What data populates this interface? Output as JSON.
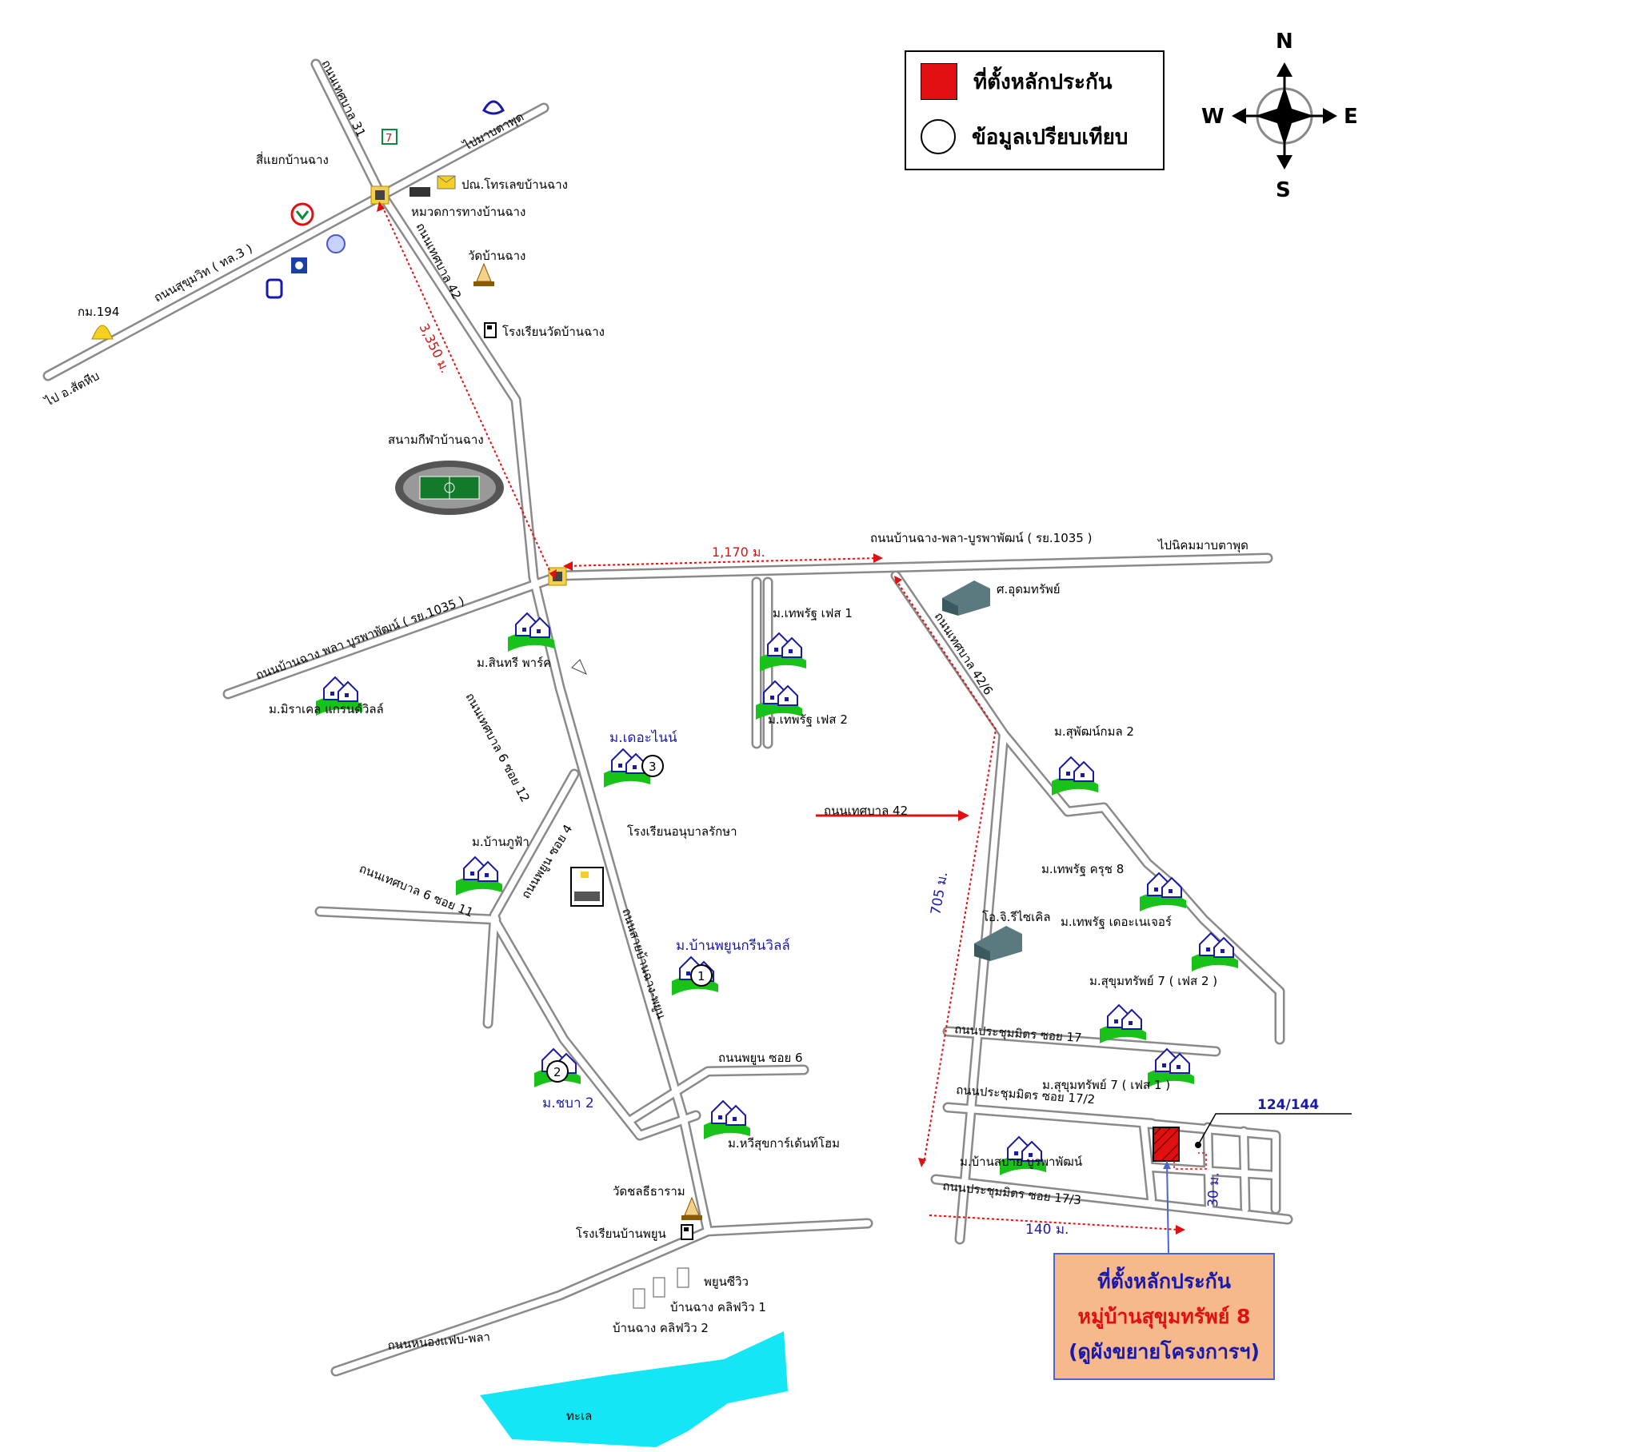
{
  "legend": {
    "collateral_label": "ที่ตั้งหลักประกัน",
    "compare_label": "ข้อมูลเปรียบเทียบ",
    "collateral_color": "#e01010"
  },
  "compass": {
    "n": "N",
    "s": "S",
    "e": "E",
    "w": "W"
  },
  "callout": {
    "line1": "ที่ตั้งหลักประกัน",
    "line2": "หมู่บ้านสุขุมทรัพย์ 8",
    "line3": "(ดูผังขยายโครงการฯ)",
    "line1_color": "#1a1aa8",
    "line2_color": "#e01010",
    "line3_color": "#1a1aa8"
  },
  "roads": {
    "tessaban31": "ถนนเทศบาล 31",
    "to_map_ta_phut": "ไปมาบตาพุด",
    "sukhumvit": "ถนนสุขุมวิท ( ทล.3 )",
    "to_sattahip": "ไป อ.สัตหีบ",
    "tessaban42_top": "ถนนเทศบาล 42",
    "ban_chang_pla_east": "ถนนบ้านฉาง-พลา-บูรพาพัฒน์ ( รย.1035 )",
    "ban_chang_pla_west": "ถนนบ้านฉาง พลา บูรพาพัฒน์ ( รย.1035 )",
    "tessaban42_6": "ถนนเทศบาล 42/6",
    "tessaban6_soi12": "ถนนเทศบาล 6 ซอย 12",
    "phayoon_soi4": "ถนนพยูน ซอย 4",
    "tessaban6_soi11": "ถนนเทศบาล 6 ซอย 11",
    "ban_chang_phayoon": "ถนนสายบ้านฉาง-พยูน",
    "phayoon_soi6": "ถนนพยูน ซอย 6",
    "tessaban42_mid": "ถนนเทศบาล 42",
    "prachum_17": "ถนนประชุมมิตร ซอย 17",
    "prachum_17_2": "ถนนประชุมมิตร ซอย 17/2",
    "prachum_17_3": "ถนนประชุมมิตร ซอย 17/3",
    "nong_faep_pla": "ถนนหนองแฟบ-พลา",
    "to_industrial": "ไปนิคมมาบตาพุด"
  },
  "distances": {
    "d3350": "3,350 ม.",
    "d1170": "1,170 ม.",
    "d705": "705 ม.",
    "d140": "140 ม.",
    "d30": "30 ม."
  },
  "places": {
    "intersection": "สี่แยกบ้านฉาง",
    "post_office": "ปณ.โทรเลขบ้านฉาง",
    "highway_unit": "หมวดการทางบ้านฉาง",
    "wat_ban_chang": "วัดบ้านฉาง",
    "km194": "กม.194",
    "school_wat": "โรงเรียนวัดบ้านฉาง",
    "stadium": "สนามกีฬาบ้านฉาง",
    "udom_sap": "ศ.อุดมทรัพย์",
    "thepprasit_1": "ม.เทพรัฐ เฟส 1",
    "thepprasit_2": "ม.เทพรัฐ เฟส 2",
    "sinsap_park": "ม.สินทรี พาร์ค",
    "miracle": "ม.มิราเคล แกรนด์วิลล์",
    "the_nine": "ม.เดอะไนน์",
    "kindergarten": "โรงเรียนอนุบาลรักษา",
    "ban_phufa": "ม.บ้านภูฟ้า",
    "phayoon_green": "ม.บ้านพยูนกรีนวิลล์",
    "chaba2": "ม.ชบา 2",
    "sukhamwit_sweet": "ม.หวีสุขการ์เด้นท์โฮม",
    "wat_sothon": "วัดชลธีธาราม",
    "school_phayoon": "โรงเรียนบ้านพยูน",
    "phayoon_view": "พยูนซีวิว",
    "cliff1": "บ้านฉาง คลิฟวิว 1",
    "cliff2": "บ้านฉาง คลิฟวิว 2",
    "sea": "ทะเล",
    "sukhum_2": "ม.สุพัฒน์กมล 2",
    "thepprasit_8": "ม.เทพรัฐ ครุช 8",
    "oji": "โอ.จิ.รีไซเคิล",
    "thepprasit_center": "ม.เทพรัฐ เดอะเนเจอร์",
    "sukhumsap7_2": "ม.สุขุมทรัพย์ 7 ( เฟส 2 )",
    "sukhumsap7_1": "ม.สุขุมทรัพย์ 7 ( เฟส 1 )",
    "ban_sabai": "ม.บ้านสบาย บูรพาพัฒน์",
    "plot_no": "124/144"
  },
  "comparables": [
    "1",
    "2",
    "3"
  ]
}
